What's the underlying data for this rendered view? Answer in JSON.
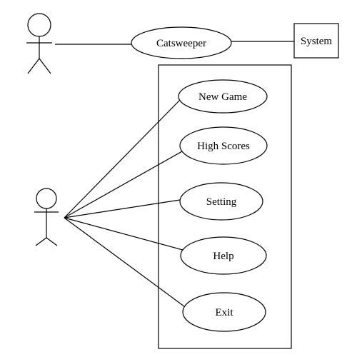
{
  "diagram": {
    "top_use_case": "Catsweeper",
    "system_box": "System",
    "use_cases": [
      "New Game",
      "High Scores",
      "Setting",
      "Help",
      "Exit"
    ]
  }
}
